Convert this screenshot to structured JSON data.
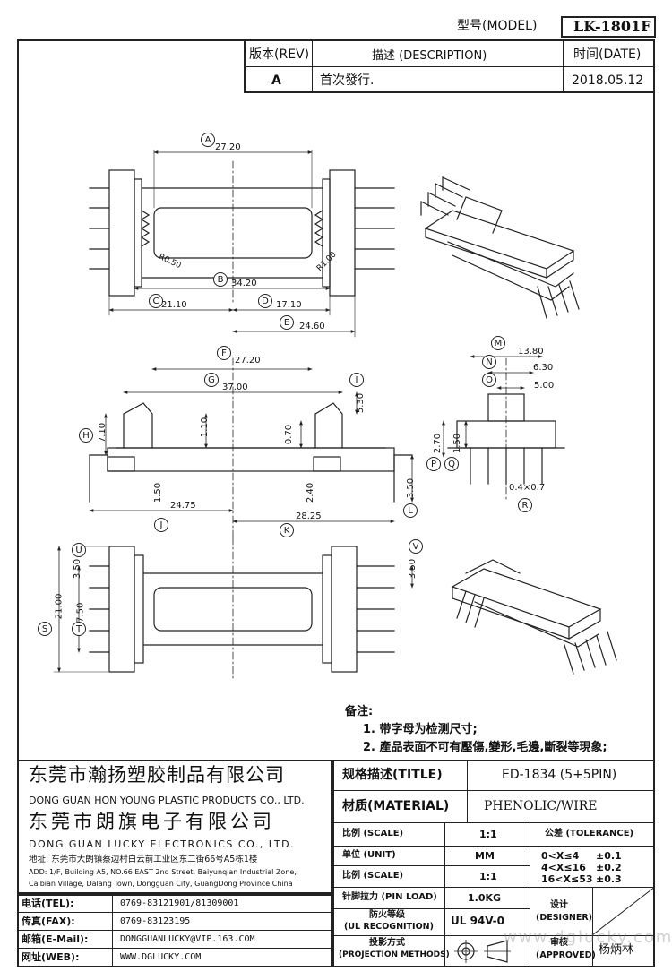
{
  "header": {
    "model_label": "型号(MODEL)",
    "model_value": "LK-1801F",
    "rev_header": "版本(REV)",
    "desc_header": "描述 (DESCRIPTION)",
    "date_header": "时间(DATE)",
    "rev_value": "A",
    "desc_value": "首次發行.",
    "date_value": "2018.05.12"
  },
  "dimensions": {
    "A": "27.20",
    "B": "34.20",
    "C": "21.10",
    "D": "17.10",
    "E": "24.60",
    "F": "27.20",
    "G": "37.00",
    "I": "5.30",
    "H": "7.10",
    "h110": "1.10",
    "h070": "0.70",
    "h150": "1.50",
    "h240": "2.40",
    "h350": "3.50",
    "J": "24.75",
    "K": "28.25",
    "M": "13.80",
    "N": "6.30",
    "O": "5.00",
    "P": "2.70",
    "Q": "1.50",
    "R": "0.4×0.7",
    "S": "21.00",
    "T": "17.50",
    "U": "3.50",
    "V": "3.50",
    "r1": "R0.50",
    "r2": "R1.00"
  },
  "letters": [
    "A",
    "B",
    "C",
    "D",
    "E",
    "F",
    "G",
    "H",
    "I",
    "J",
    "K",
    "L",
    "M",
    "N",
    "O",
    "P",
    "Q",
    "R",
    "S",
    "T",
    "U",
    "V"
  ],
  "notes": {
    "title": "备注:",
    "items": [
      "1. 带字母为检测尺寸;",
      "2. 產品表面不可有壓傷,變形,毛邊,斷裂等現象;"
    ]
  },
  "company": {
    "name1_cn": "东莞市瀚扬塑胶制品有限公司",
    "name1_en": "DONG GUAN HON YOUNG PLASTIC PRODUCTS CO., LTD.",
    "name2_cn": "东莞市朗旗电子有限公司",
    "name2_en": "DONG GUAN LUCKY ELECTRONICS CO., LTD.",
    "address_cn": "地址: 东莞市大朗镇蔡边村白云前工业区东二街66号A5栋1楼",
    "address_en1": "ADD: 1/F, Building A5, NO.66 EAST 2nd Street, Baiyunqian Industrial Zone,",
    "address_en2": "Caibian Village, Dalang Town, Dongguan City, GuangDong Province,China"
  },
  "contacts": [
    {
      "label": "电话(TEL):",
      "value": "0769-83121901/81309001"
    },
    {
      "label": "传真(FAX):",
      "value": "0769-83123195"
    },
    {
      "label": "邮箱(E-Mail):",
      "value": "DONGGUANLUCKY@VIP.163.COM"
    },
    {
      "label": "网址(WEB):",
      "value": "WWW.DGLUCKY.COM"
    }
  ],
  "spec": {
    "title_label": "规格描述(TITLE)",
    "title_value": "ED-1834 (5+5PIN)",
    "material_label": "材质(MATERIAL)",
    "material_value": "PHENOLIC/WIRE",
    "scale_label": "比例 (SCALE)",
    "scale_value": "1:1",
    "unit_label": "单位 (UNIT)",
    "unit_value": "MM",
    "scale2_label": "比例 (SCALE)",
    "scale2_value": "1:1",
    "pin_label": "针脚拉力 (PIN LOAD)",
    "pin_value": "1.0KG",
    "ul_label1": "防火等级",
    "ul_label2": "(UL RECOGNITION)",
    "ul_value": "UL 94V-0",
    "proj_label1": "投影方式",
    "proj_label2": "(PROJECTION METHODS)",
    "tol_label": "公差 (TOLERANCE)",
    "tol_rows": [
      {
        "range": "0<X≤4",
        "value": "±0.1"
      },
      {
        "range": "4<X≤16",
        "value": "±0.2"
      },
      {
        "range": "16<X≤53",
        "value": "±0.3"
      }
    ],
    "designer_label1": "设计",
    "designer_label2": "(DESIGNER)",
    "approved_label1": "审核",
    "approved_label2": "(APPROVED)",
    "approved_value": "杨炳林"
  },
  "watermark": "www.dglucky.com"
}
